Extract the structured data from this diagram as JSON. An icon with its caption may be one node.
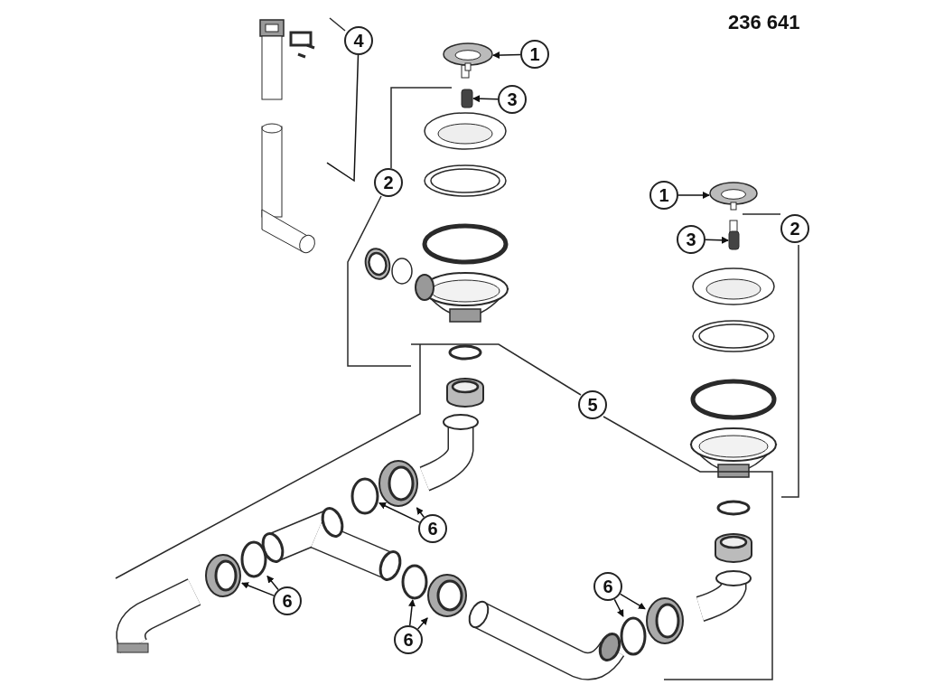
{
  "diagram": {
    "nodes": [
      {
        "text": [
          "4"
        ]
      },
      {
        "text": [
          "1"
        ]
      },
      {
        "text": [
          "3"
        ]
      },
      {
        "text": [
          "2"
        ]
      },
      {
        "text": [
          "1"
        ]
      },
      {
        "text": [
          "2"
        ]
      },
      {
        "text": [
          "3"
        ]
      },
      {
        "text": [
          "5"
        ]
      },
      {
        "text": [
          "6"
        ]
      },
      {
        "text": [
          "6"
        ]
      },
      {
        "text": [
          "6"
        ]
      },
      {
        "text": [
          "6"
        ]
      },
      {
        "text": [],
        "shape": "picture"
      },
      {
        "text": [],
        "shape": "picture"
      },
      {
        "text": [],
        "shape": "box"
      },
      {
        "text": [],
        "shape": "picture"
      },
      {
        "text": [],
        "shape": "box"
      },
      {
        "text": [],
        "shape": "circle"
      },
      {
        "text": [],
        "shape": "picture"
      },
      {
        "text": [],
        "shape": "picture"
      },
      {
        "text": [],
        "shape": "circle"
      },
      {
        "text": [],
        "shape": "circle"
      },
      {
        "text": [],
        "shape": "picture"
      },
      {
        "text": [],
        "shape": "circle"
      },
      {
        "text": [],
        "shape": "picture"
      }
    ],
    "edges": [
      {
        "from": 0,
        "to": 12,
        "arrow": "none"
      },
      {
        "from": 1,
        "to": 13,
        "arrow": "to"
      },
      {
        "from": 2,
        "to": 14,
        "arrow": "to"
      },
      {
        "from": 4,
        "to": 15,
        "arrow": "to"
      },
      {
        "from": 6,
        "to": 16,
        "arrow": "to"
      },
      {
        "from": 8,
        "to": 17,
        "arrow": "to"
      },
      {
        "from": 8,
        "to": 18,
        "arrow": "to"
      },
      {
        "from": 9,
        "to": 19,
        "arrow": "to"
      },
      {
        "from": 9,
        "to": 20,
        "arrow": "to"
      },
      {
        "from": 10,
        "to": 23,
        "arrow": "to"
      },
      {
        "from": 10,
        "to": 24,
        "arrow": "to"
      },
      {
        "from": 11,
        "to": 21,
        "arrow": "to"
      },
      {
        "from": 11,
        "to": 22,
        "arrow": "to"
      }
    ],
    "labels": [
      "236 641"
    ]
  }
}
